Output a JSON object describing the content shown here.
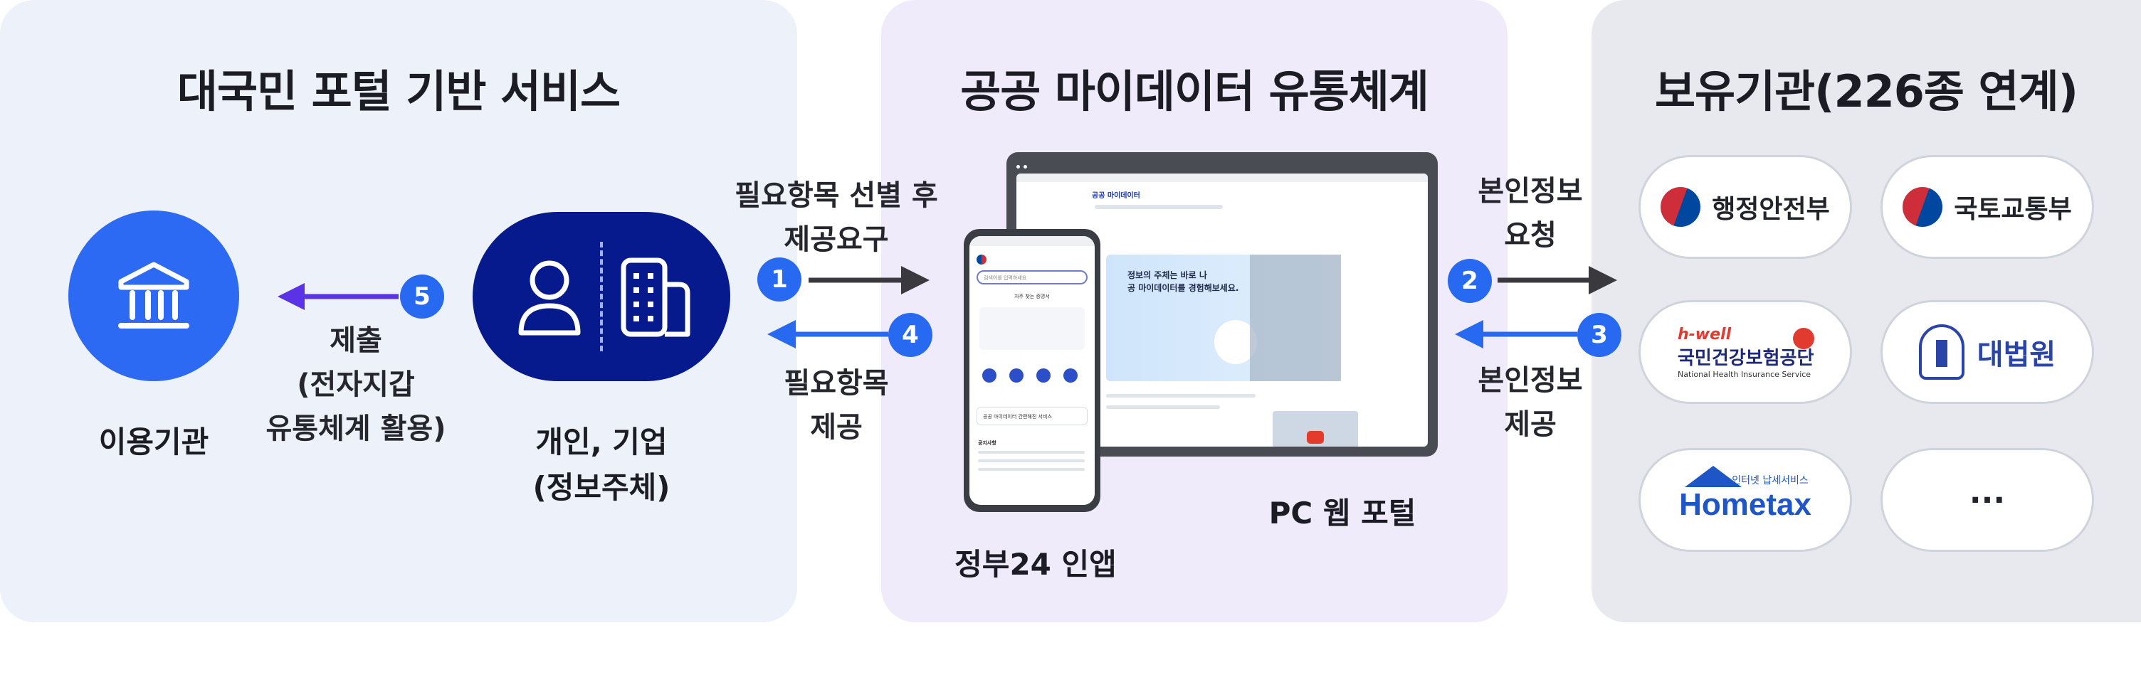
{
  "panels": {
    "left_title": "대국민 포털 기반 서비스",
    "middle_title": "공공 마이데이터 유통체계",
    "right_title": "보유기관(226종 연계)"
  },
  "left": {
    "user_org_label": "이용기관",
    "individual_label_line1": "개인, 기업",
    "individual_label_line2": "(정보주체)",
    "step5_number": "5",
    "step5_line1": "제출",
    "step5_line2": "(전자지갑",
    "step5_line3": "유통체계 활용)"
  },
  "flow": {
    "step1_number": "1",
    "step1_line1": "필요항목 선별 후",
    "step1_line2": "제공요구",
    "step4_number": "4",
    "step4_line1": "필요항목",
    "step4_line2": "제공",
    "step2_number": "2",
    "step2_line1": "본인정보",
    "step2_line2": "요청",
    "step3_number": "3",
    "step3_line1": "본인정보",
    "step3_line2": "제공"
  },
  "middle": {
    "app_label": "정부24 인앱",
    "pc_label": "PC 웹 포털",
    "pc_headline_1": "정보의 주체는 바로 나",
    "pc_headline_2": "공 마이데이터를 경험해보세요.",
    "pc_brand": "공공 마이데이터",
    "phone_search_placeholder": "검색어를 입력하세요",
    "phone_section": "자주 찾는 증명서",
    "phone_banner": "공공 마이데이터 간편해진 서비스",
    "phone_notice": "공지사항"
  },
  "orgs": {
    "org1": "행정안전부",
    "org2": "국토교통부",
    "org3_tag": "h-well",
    "org3_name": "국민건강보험공단",
    "org3_en": "National Health Insurance Service",
    "org4": "대법원",
    "org5_tag": "인터넷 납세서비스",
    "org5_name": "Hometax",
    "org6": "···"
  },
  "colors": {
    "accent_blue": "#2869f2",
    "navy": "#061a8e",
    "arrow_dark": "#3a3a3e"
  }
}
